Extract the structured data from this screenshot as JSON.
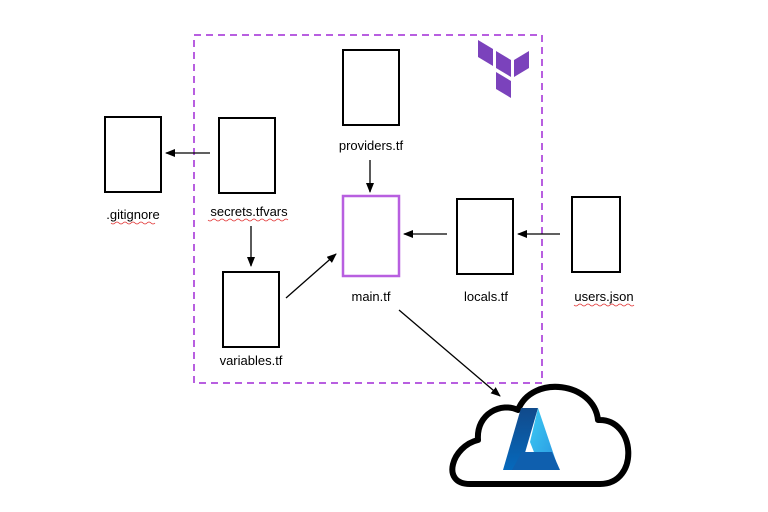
{
  "diagram": {
    "colors": {
      "boundary": "#b85fe0",
      "highlight": "#b85fe0",
      "terraform_logo": "#7b42bc",
      "azure_dark": "#114a8b",
      "azure_light": "#3ccbf4",
      "box_stroke": "#000000"
    },
    "files": {
      "gitignore": {
        "label": ".gitignore",
        "icon": "file-icon"
      },
      "secrets": {
        "label": "secrets.tfvars",
        "icon": "file-icon"
      },
      "variables": {
        "label": "variables.tf",
        "icon": "file-icon"
      },
      "providers": {
        "label": "providers.tf",
        "icon": "file-icon"
      },
      "main": {
        "label": "main.tf",
        "icon": "file-icon",
        "highlighted": true
      },
      "locals": {
        "label": "locals.tf",
        "icon": "file-icon"
      },
      "users": {
        "label": "users.json",
        "icon": "file-icon"
      }
    },
    "logos": {
      "terraform": "terraform-logo-icon",
      "azure": "azure-cloud-icon"
    },
    "edges": [
      {
        "from": "secrets",
        "to": "gitignore"
      },
      {
        "from": "secrets",
        "to": "variables"
      },
      {
        "from": "variables",
        "to": "main"
      },
      {
        "from": "providers",
        "to": "main"
      },
      {
        "from": "locals",
        "to": "main"
      },
      {
        "from": "users",
        "to": "locals"
      },
      {
        "from": "main",
        "to": "azure"
      }
    ]
  }
}
